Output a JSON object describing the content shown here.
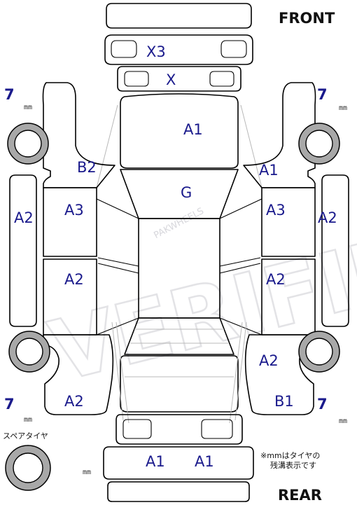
{
  "headings": {
    "front": "FRONT",
    "rear": "REAR"
  },
  "watermark": {
    "brand": "PAKWHEELS",
    "stamp": "VERIFIED"
  },
  "panels": {
    "front_bumper": "X3",
    "grille": "X",
    "hood": "A1",
    "roof": "G",
    "left_fender": "B2",
    "right_fender": "A1",
    "left_front_door": "A3",
    "right_front_door": "A3",
    "left_rear_door": "A2",
    "right_rear_door": "A2",
    "left_side_sill": "A2",
    "right_side_sill": "A2",
    "left_quarter": "A2",
    "right_quarter_upper": "A2",
    "right_quarter_lower": "B1",
    "rear_bumper_left": "A1",
    "rear_bumper_right": "A1"
  },
  "tires": {
    "front_left": {
      "depth": "7",
      "unit": "mm"
    },
    "front_right": {
      "depth": "7",
      "unit": "mm"
    },
    "rear_left": {
      "depth": "7",
      "unit": "mm"
    },
    "rear_right": {
      "depth": "7",
      "unit": "mm"
    },
    "spare": {
      "label": "スペアタイヤ",
      "unit": "mm"
    }
  },
  "note": {
    "line1": "※mmはタイヤの",
    "line2": "残溝表示です"
  },
  "colors": {
    "code_text": "#1a1a8c",
    "tire_gray": "#a8a8a8",
    "line": "#000000"
  }
}
